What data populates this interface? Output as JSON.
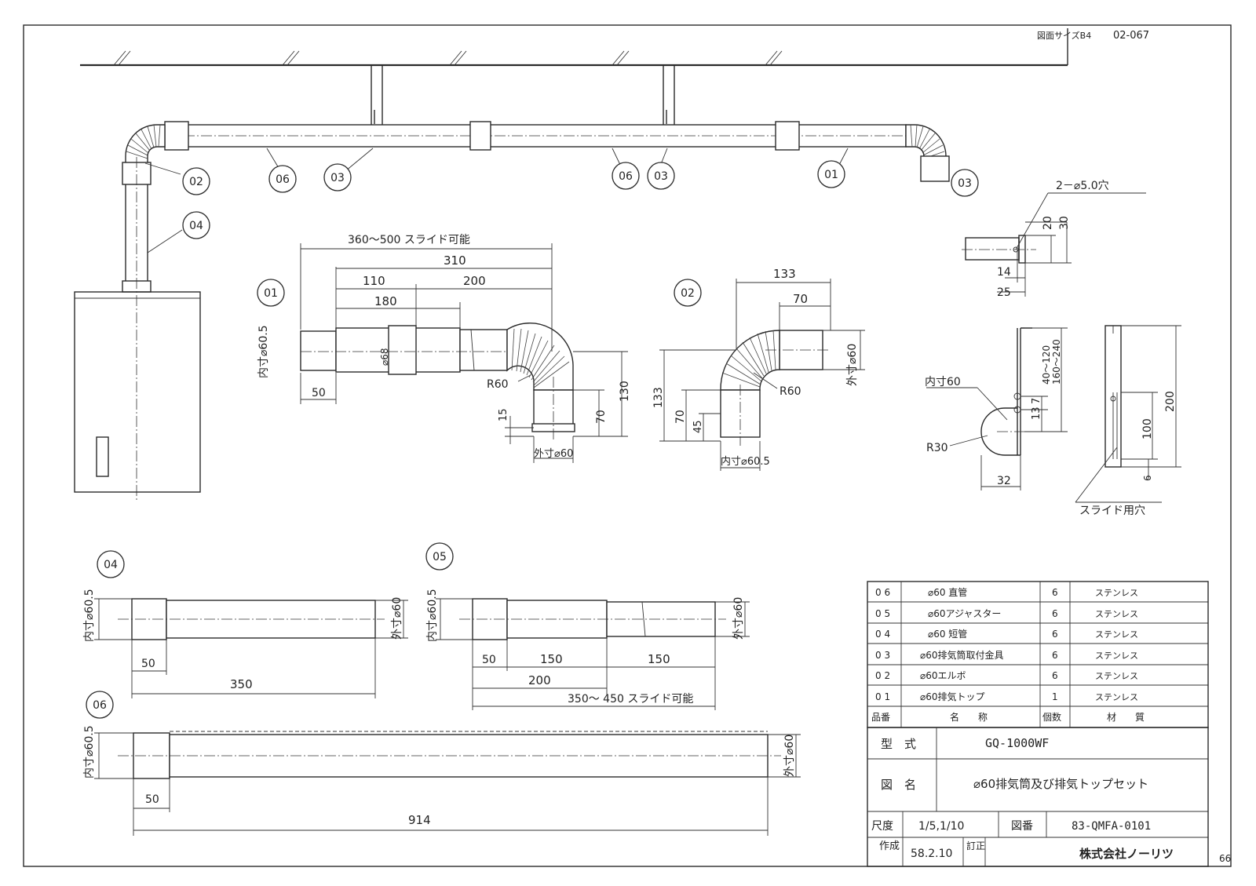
{
  "header": {
    "sheet_size": "図面サイズB4",
    "drawing_code": "02-067",
    "page_number": "66"
  },
  "assembly": {
    "callouts": [
      "02",
      "06",
      "03",
      "06",
      "03",
      "01",
      "04"
    ]
  },
  "part01": {
    "id": "01",
    "dims": {
      "slide_range": "360～500 スライド可能",
      "d310": "310",
      "d110": "110",
      "d200": "200",
      "d180": "180",
      "d50": "50",
      "inner": "内寸⌀60.5",
      "dia68": "⌀68",
      "r60": "R60",
      "d130": "130",
      "d70": "70",
      "d15": "15",
      "outer": "外寸⌀60"
    }
  },
  "part02": {
    "id": "02",
    "dims": {
      "d133top": "133",
      "d70top": "70",
      "outer": "外寸⌀60",
      "r60": "R60",
      "d133": "133",
      "d70": "70",
      "d45": "45",
      "inner": "内寸⌀60.5"
    }
  },
  "part03": {
    "id": "03",
    "dims": {
      "holes": "2－⌀5.0穴",
      "d20": "20",
      "d30": "30",
      "d14": "14",
      "d25": "25",
      "range1": "40～120",
      "range2": "160～240",
      "d7": "7",
      "d13": "13",
      "inner": "内寸60",
      "r30": "R30",
      "d32": "32",
      "d100": "100",
      "d200": "200",
      "d6": "6",
      "slot": "スライド用穴"
    }
  },
  "part04": {
    "id": "04",
    "dims": {
      "inner": "内寸⌀60.5",
      "outer": "外寸⌀60",
      "d50": "50",
      "d350": "350"
    }
  },
  "part05": {
    "id": "05",
    "dims": {
      "inner": "内寸⌀60.5",
      "outer": "外寸⌀60",
      "d50": "50",
      "d150a": "150",
      "d150b": "150",
      "d200": "200",
      "slide_range": "350～ 450 スライド可能"
    }
  },
  "part06": {
    "id": "06",
    "dims": {
      "inner": "内寸⌀60.5",
      "outer": "外寸⌀60",
      "d50": "50",
      "d914": "914"
    }
  },
  "parts_list": {
    "rows": [
      {
        "no": "0 6",
        "name": "⌀60 直管",
        "qty": "6",
        "material": "ステンレス"
      },
      {
        "no": "0 5",
        "name": "⌀60アジャスター",
        "qty": "6",
        "material": "ステンレス"
      },
      {
        "no": "0 4",
        "name": "⌀60 短管",
        "qty": "6",
        "material": "ステンレス"
      },
      {
        "no": "0 3",
        "name": "⌀60排気筒取付金具",
        "qty": "6",
        "material": "ステンレス"
      },
      {
        "no": "0 2",
        "name": "⌀60エルボ",
        "qty": "6",
        "material": "ステンレス"
      },
      {
        "no": "0 1",
        "name": "⌀60排気トップ",
        "qty": "1",
        "material": "ステンレス"
      }
    ],
    "header": {
      "no": "品番",
      "name": "名　　称",
      "qty": "個数",
      "material": "材　　質"
    }
  },
  "title_block": {
    "model_label": "型　式",
    "model_value": "GQ-1000WF",
    "name_label": "図　名",
    "name_value": "⌀60排気筒及び排気トップセット",
    "scale_label": "尺度",
    "scale_value": "1/5,1/10",
    "drawing_no_label": "図番",
    "drawing_no_value": "83-QMFA-0101",
    "made_label": "作成",
    "made_value": "58.2.10",
    "revision_label": "訂正",
    "company": "株式会社ノーリツ"
  }
}
